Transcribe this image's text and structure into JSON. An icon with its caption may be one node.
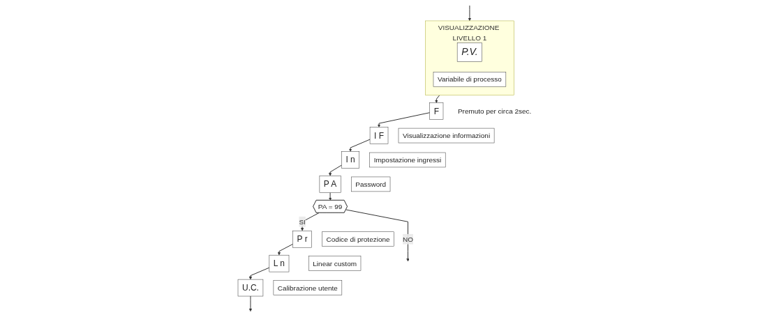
{
  "diagram": {
    "nodes": [
      {
        "text": [
          "VISUALIZZAZIONE LIVELLO 1"
        ]
      },
      {
        "text": [
          "P.V."
        ],
        "in": 0
      },
      {
        "text": [
          "Variabile di processo"
        ],
        "in": 0
      },
      {
        "text": [
          "F"
        ],
        "beside": [
          "Premuto per circa 2sec."
        ]
      },
      {
        "text": [
          "I F"
        ]
      },
      {
        "text": [
          "Visualizzazione informazioni"
        ]
      },
      {
        "text": [
          "I n"
        ]
      },
      {
        "text": [
          "Impostazione ingressi"
        ]
      },
      {
        "text": [
          "P A"
        ]
      },
      {
        "text": [
          "Password"
        ]
      },
      {
        "text": [
          "PA = 99"
        ]
      },
      {
        "text": [
          "P r"
        ]
      },
      {
        "text": [
          "Codice di protezione"
        ]
      },
      {
        "text": [
          "L n"
        ]
      },
      {
        "text": [
          "Linear custom"
        ]
      },
      {
        "text": [
          "U.C."
        ]
      },
      {
        "text": [
          "Calibrazione utente"
        ]
      }
    ],
    "edges": [
      {
        "from": 0,
        "to": 3,
        "arrow": "to"
      },
      {
        "from": 3,
        "to": 4,
        "arrow": "to"
      },
      {
        "from": 4,
        "to": 6,
        "arrow": "to"
      },
      {
        "from": 6,
        "to": 8,
        "arrow": "to"
      },
      {
        "from": 8,
        "to": 10,
        "arrow": "to"
      },
      {
        "from": 10,
        "to": null,
        "label": "NO",
        "arrow": "to"
      },
      {
        "from": 10,
        "to": 11,
        "label": "SI",
        "arrow": "to"
      },
      {
        "from": 11,
        "to": 13,
        "arrow": "to"
      },
      {
        "from": 13,
        "to": 15,
        "arrow": "to"
      },
      {
        "from": 15,
        "to": null,
        "arrow": "to"
      },
      {
        "from": null,
        "to": 0,
        "arrow": "to"
      }
    ]
  }
}
